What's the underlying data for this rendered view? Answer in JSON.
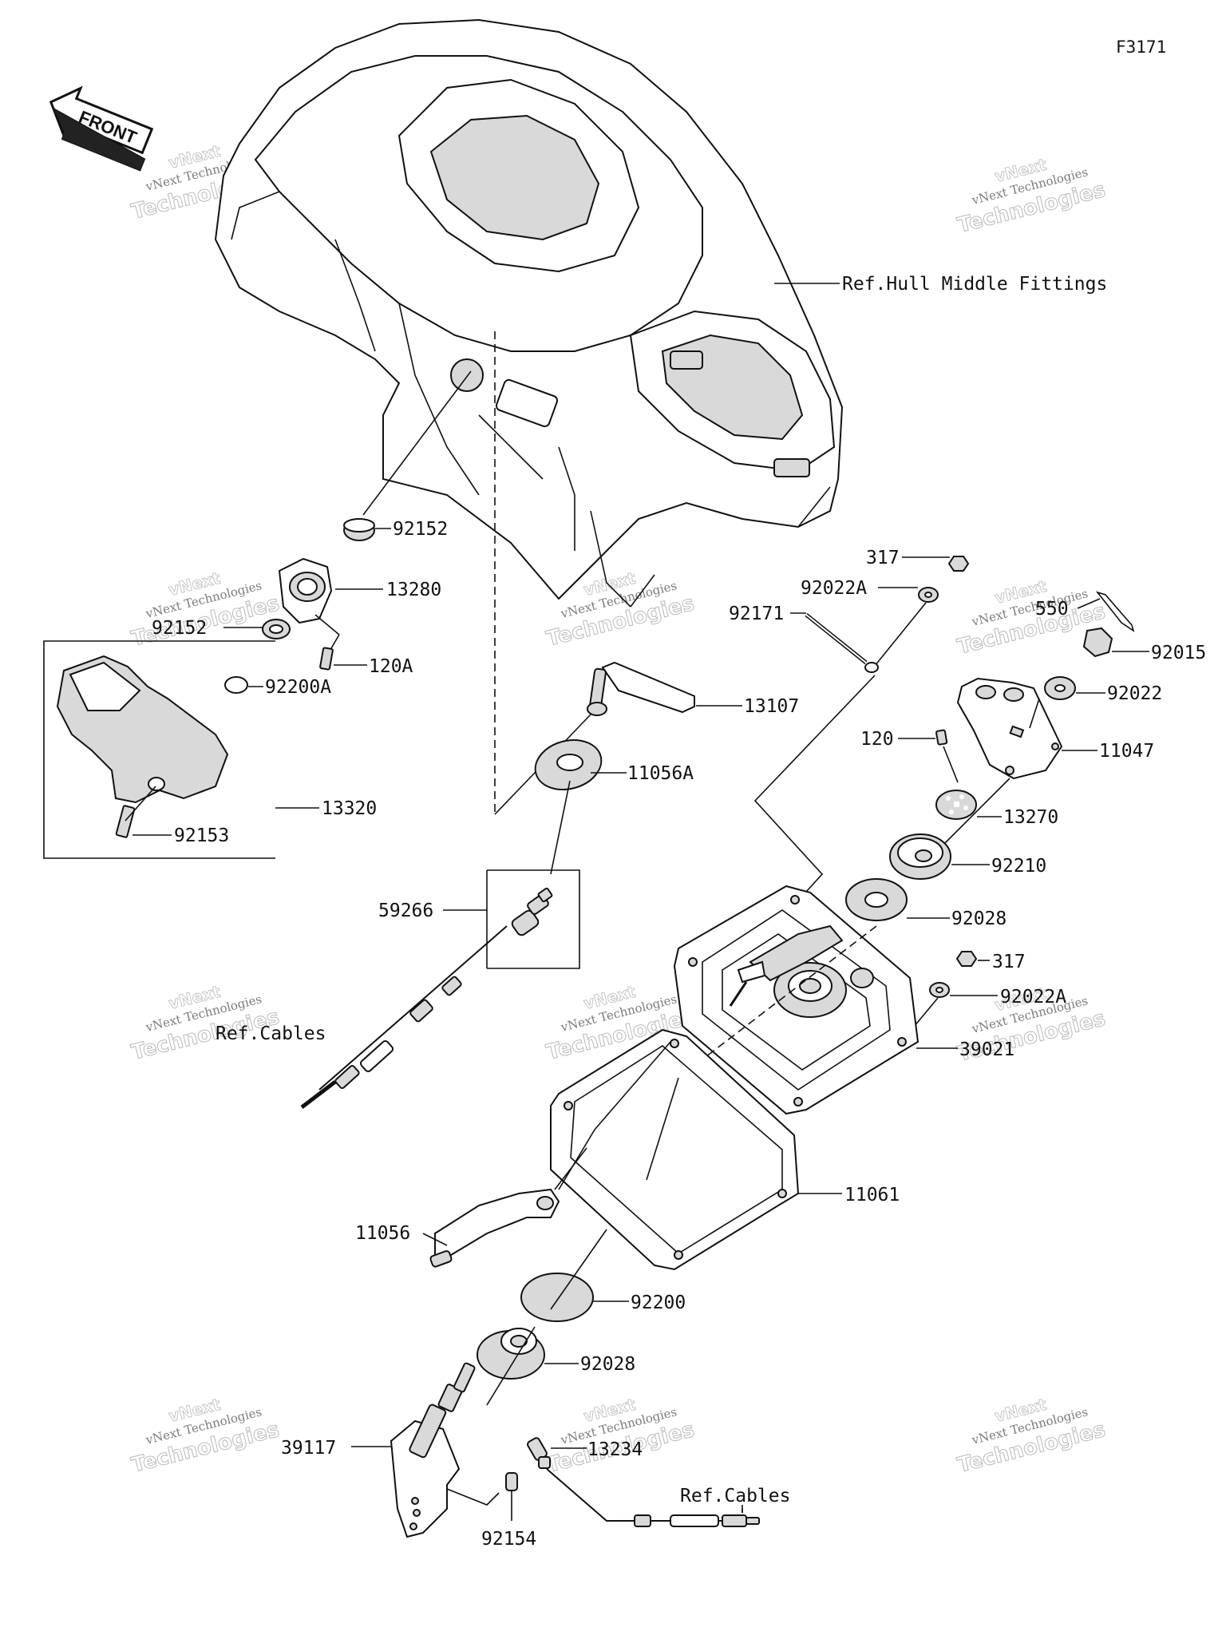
{
  "figure_code": "F3171",
  "front_arrow_text": "FRONT",
  "watermark": {
    "company": "vNext Technologies",
    "short": "vNext",
    "word": "Technologies"
  },
  "refs": {
    "hull": "Ref.Hull Middle Fittings",
    "cables_left": "Ref.Cables",
    "cables_bottom": "Ref.Cables"
  },
  "parts": {
    "p92152_top": "92152",
    "p13280": "13280",
    "p92152_mid": "92152",
    "p120A": "120A",
    "p92200A": "92200A",
    "p13320": "13320",
    "p92153": "92153",
    "p13107": "13107",
    "p11056A": "11056A",
    "p59266": "59266",
    "p317_top": "317",
    "p92022A_top": "92022A",
    "p92171": "92171",
    "p550": "550",
    "p92015": "92015",
    "p92022": "92022",
    "p120": "120",
    "p11047": "11047",
    "p13270": "13270",
    "p92210": "92210",
    "p92028_top": "92028",
    "p317_mid": "317",
    "p92022A_mid": "92022A",
    "p39021": "39021",
    "p11061": "11061",
    "p11056": "11056",
    "p92200": "92200",
    "p92028_bot": "92028",
    "p39117": "39117",
    "p13234": "13234",
    "p92154": "92154"
  }
}
